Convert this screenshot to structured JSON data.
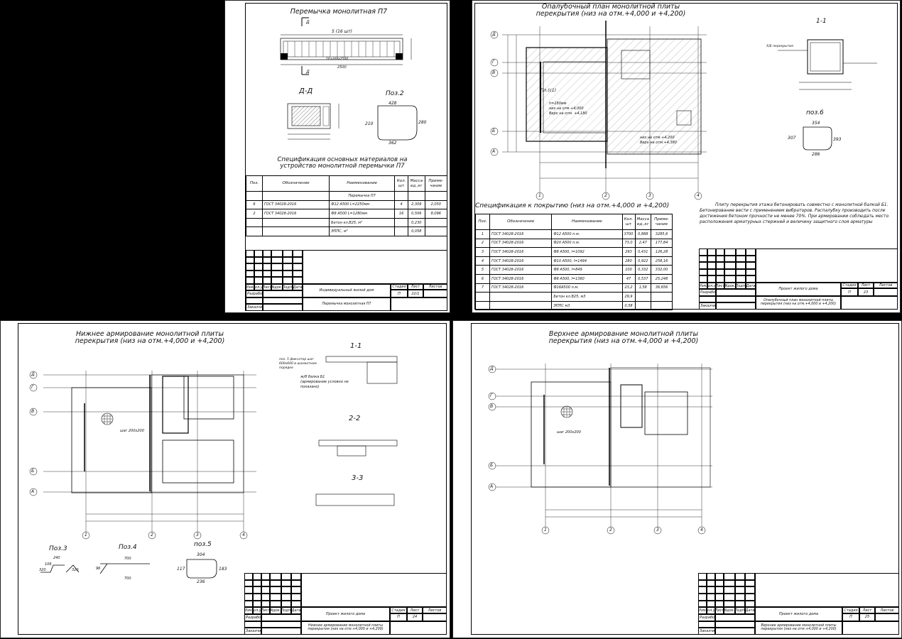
{
  "sheets": {
    "s1": {
      "title": "Перемычка монолитная П7",
      "rebar_label": "5 (16 шт)",
      "section_label": "Д-Д",
      "step_label": "16×Ш8х2500",
      "length_label": "2500",
      "cut_mark": "Д",
      "pos2": "Поз.2",
      "pos2_top": "428",
      "pos2_bottom": "362",
      "pos2_left": "210",
      "pos2_right": "280",
      "spec_title": "Спецификация основных материалов на устройство монолитной перемычки П7",
      "spec_headers": [
        "Поз.",
        "Обозначение",
        "Наименование",
        "Кол. шт",
        "Масса ед.,кг",
        "Приме-чание"
      ],
      "spec_group": "Перемычка П7",
      "spec_rows": [
        [
          "6",
          "ГОСТ 34028-2016",
          "Ф12 А500      L=2250мм",
          "4",
          "2,309",
          "2,050"
        ],
        [
          "2",
          "ГОСТ 34028-2016",
          "Ф8 А500      L=1280мм",
          "16",
          "0,506",
          "8,096"
        ],
        [
          "",
          "",
          "Бетон кл.В25, м³",
          "",
          "0,230",
          ""
        ],
        [
          "",
          "",
          "ЭППС, м³",
          "",
          "0,058",
          ""
        ]
      ],
      "stamp_project": "Индивидуальный жилой дом",
      "stamp_sheet_name": "Перемычка монолитная П7",
      "stamp_stage": "П",
      "stamp_sheet": "22/1"
    },
    "s2": {
      "title": "Опалубочный план монолитной плиты перекрытия (низ на отм.+4,000 и +4,200)",
      "section_label": "1-1",
      "pos6": "поз.6",
      "pos6_top": "354",
      "pos6_left": "307",
      "pos6_right": "393",
      "pos6_bottom": "286",
      "axes_rows": [
        "Д",
        "Г",
        "В",
        "Б",
        "А"
      ],
      "axes_cols": [
        "1",
        "2",
        "3",
        "4"
      ],
      "zone1": "Пл.(с1)",
      "zone1_h": "h=180мм",
      "zone1_low": "низ на отм.+4,000",
      "zone1_top": "Верх на отм. +4,180",
      "zone2_low": "низ на отм.+4,200",
      "zone2_top": "Верх на отм.+4,380",
      "xe_label": "Х/Б перекрытия",
      "spec_title": "Спецификация к покрытию (низ на отм.+4,000 и +4,200)",
      "spec_headers": [
        "Поз.",
        "Обозначение",
        "Наименование",
        "Кол. шт",
        "Масса ед.,кг",
        "Приме-чание"
      ],
      "spec_rows": [
        [
          "1",
          "ГОСТ 34028-2016",
          "Ф12 А500        п.м.",
          "3700",
          "0,888",
          "3285,6"
        ],
        [
          "2",
          "ГОСТ 34028-2016",
          "Ф20 А500        п.м.",
          "73,0",
          "2,47",
          "177,84"
        ],
        [
          "3",
          "ГОСТ 34028-2016",
          "Ф8 А500,  l=1092",
          "293",
          "0,431",
          "126,28"
        ],
        [
          "4",
          "ГОСТ 34028-2016",
          "Ф10 А500,  l=1494",
          "280",
          "0,922",
          "258,16"
        ],
        [
          "5",
          "ГОСТ 34028-2016",
          "Ф8 А500,  l=849",
          "100",
          "0,332",
          "332,00"
        ],
        [
          "6",
          "ГОСТ 34028-2016",
          "Ф8 А500,  l=1360",
          "47",
          "0,537",
          "25,248"
        ],
        [
          "7",
          "ГОСТ 34028-2016",
          "Ф16А500        п.м.",
          "23,2",
          "1,58",
          "36,656"
        ],
        [
          "",
          "",
          "Бетон кл.В25,        м3",
          "29,9",
          "",
          ""
        ],
        [
          "",
          "",
          "ЭППС               м3",
          "0,58",
          "",
          ""
        ]
      ],
      "note": "Плиту перекрытия этажа бетонировать совместно с монолитной балкой Б1. Бетонирование вести с применением вибраторов. Распалубку производить после достижения бетоном прочности не менее 70%. При армировании соблюдать место расположения арматурных стержней и величину защитного слоя арматуры",
      "stamp_project": "Проект жилого дома",
      "stamp_sheet_name": "Опалубочный план монолитной плиты перекрытия (низ на отм.+4,000 и +4,200)",
      "stamp_stage": "П",
      "stamp_sheet": "23"
    },
    "s3": {
      "title": "Нижнее армирование монолитной плиты перекрытия (низ на отм.+4,000 и +4,200)",
      "axes_rows": [
        "Д",
        "Г",
        "В",
        "Б",
        "А"
      ],
      "axes_cols": [
        "1",
        "2",
        "3",
        "4"
      ],
      "sec11": "1-1",
      "sec22": "2-2",
      "sec33": "3-3",
      "pos3": "Поз.3",
      "pos4": "Поз.4",
      "pos5": "поз.5",
      "pos3_dims": [
        "240",
        "106",
        "320",
        "320"
      ],
      "pos4_dims": [
        "700",
        "700",
        "96"
      ],
      "pos5_dims": [
        "304",
        "236",
        "117",
        "183"
      ],
      "fixator": "поз. 5 фиксатор шаг 600х600 в шахматном порядке",
      "beam_note": "ж/б балка Б1 (армирование условно не показано)",
      "step_label": "шаг 200х200",
      "stamp_project": "Проект жилого дома",
      "stamp_sheet_name": "Нижнее армирование монолитной плиты перекрытия (низ на отм.+4,000 и +4,200)",
      "stamp_stage": "П",
      "stamp_sheet": "24"
    },
    "s4": {
      "title": "Верхнее армирование монолитной плиты перекрытия (низ на отм.+4,000 и +4,200)",
      "axes_rows": [
        "Д",
        "Г",
        "В",
        "Б",
        "А"
      ],
      "axes_cols": [
        "1",
        "2",
        "3",
        "4"
      ],
      "step_label": "шаг 200х200",
      "stamp_project": "Проект жилого дома",
      "stamp_sheet_name": "Верхнее армирование монолитной плиты перекрытия (низ на отм.+4,000 и +4,200)",
      "stamp_stage": "П",
      "stamp_sheet": "25"
    }
  },
  "stamp_headers": {
    "izm": "Изм.",
    "kol": "Кол.уч",
    "list": "Лист",
    "ndoc": "Nдок.",
    "podp": "Подп.",
    "date": "Дата",
    "razrab": "Разработал",
    "zakazchik": "Заказчик",
    "stage": "Стадия",
    "sheet": "Лист",
    "sheets": "Листов"
  }
}
